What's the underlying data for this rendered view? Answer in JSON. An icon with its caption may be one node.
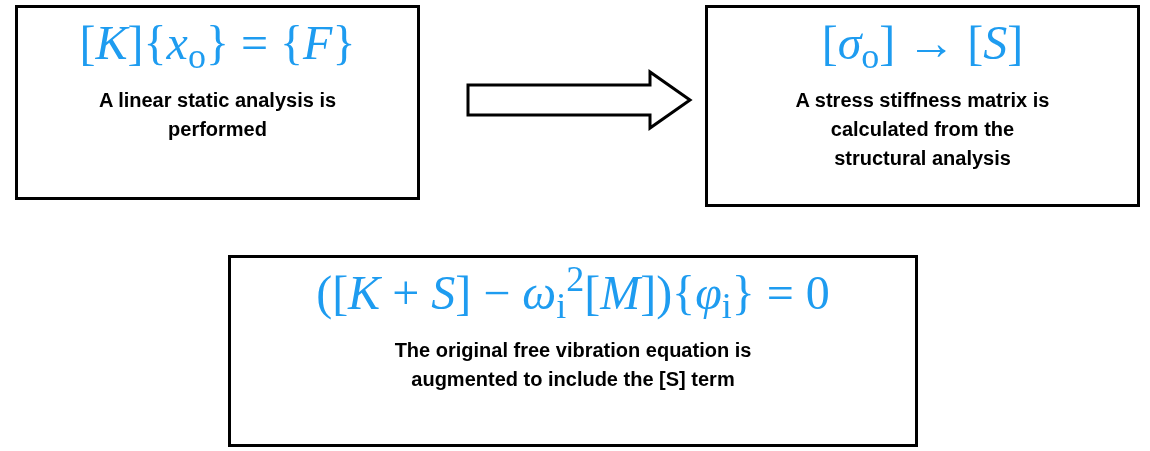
{
  "diagram": {
    "nodes": [
      {
        "text": [
          "[*K*]{*x*$_{o}$} = {*F*}",
          "A linear static analysis is performed"
        ]
      },
      {
        "text": [
          "[*σ*$_{o}$] → [*S*]",
          "A stress stiffness matrix is calculated from the structural analysis"
        ]
      },
      {
        "text": [
          "([*K* + *S*] − *ω*$_{i}$$^{2}$[*M*]){*φ*$_{i}$} = 0",
          "The original free vibration equation is augmented to include the [S] term"
        ]
      }
    ],
    "edges": [
      {
        "from": 0,
        "to": 1,
        "arrow": "to"
      }
    ]
  }
}
